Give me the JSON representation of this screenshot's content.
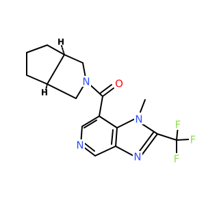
{
  "colors": {
    "bond": "#000000",
    "nitrogen": "#3050F8",
    "oxygen": "#FF0D0D",
    "fluorine": "#90E050",
    "hydrogen": "#000000"
  },
  "atoms": {
    "n_pyrrolidine": "N",
    "o_carbonyl": "O",
    "n_methyl": "N",
    "n_imidazole": "N",
    "n_pyridine": "N",
    "f1": "F",
    "f2": "F",
    "f3": "F",
    "h_top": "H",
    "h_bottom": "H"
  }
}
